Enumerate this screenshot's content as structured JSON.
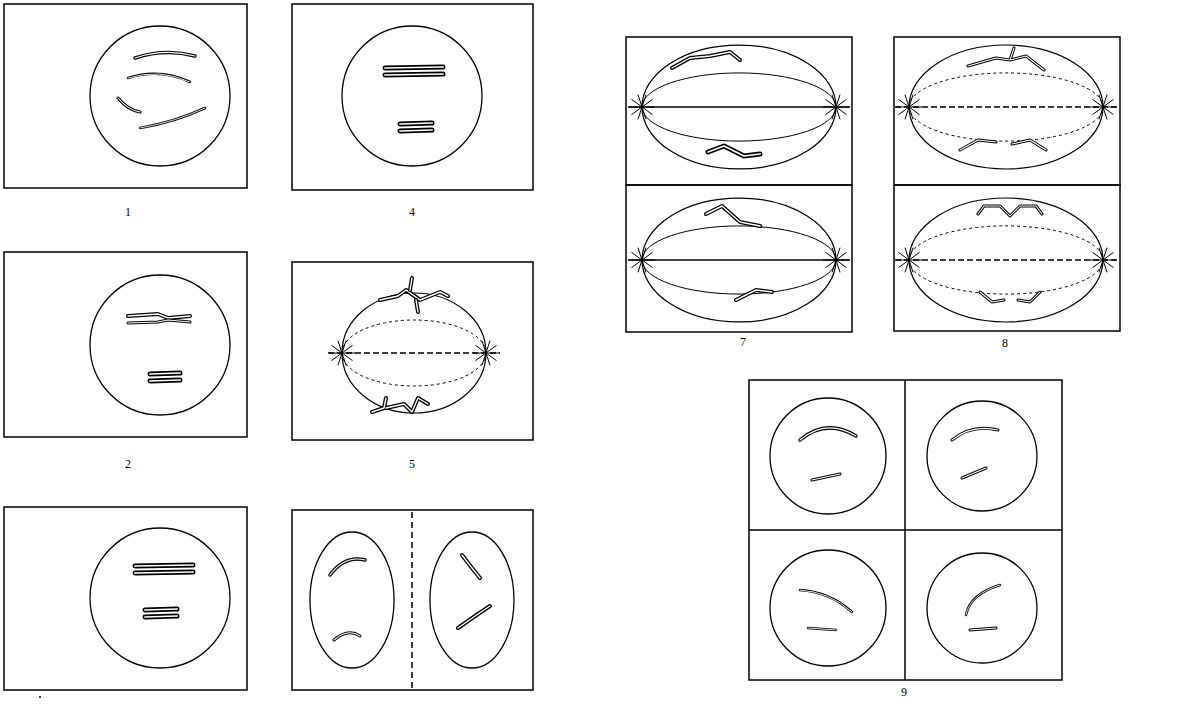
{
  "diagram": {
    "labels": [
      "1",
      "4",
      "2",
      "5",
      "7",
      "8",
      "9"
    ]
  }
}
